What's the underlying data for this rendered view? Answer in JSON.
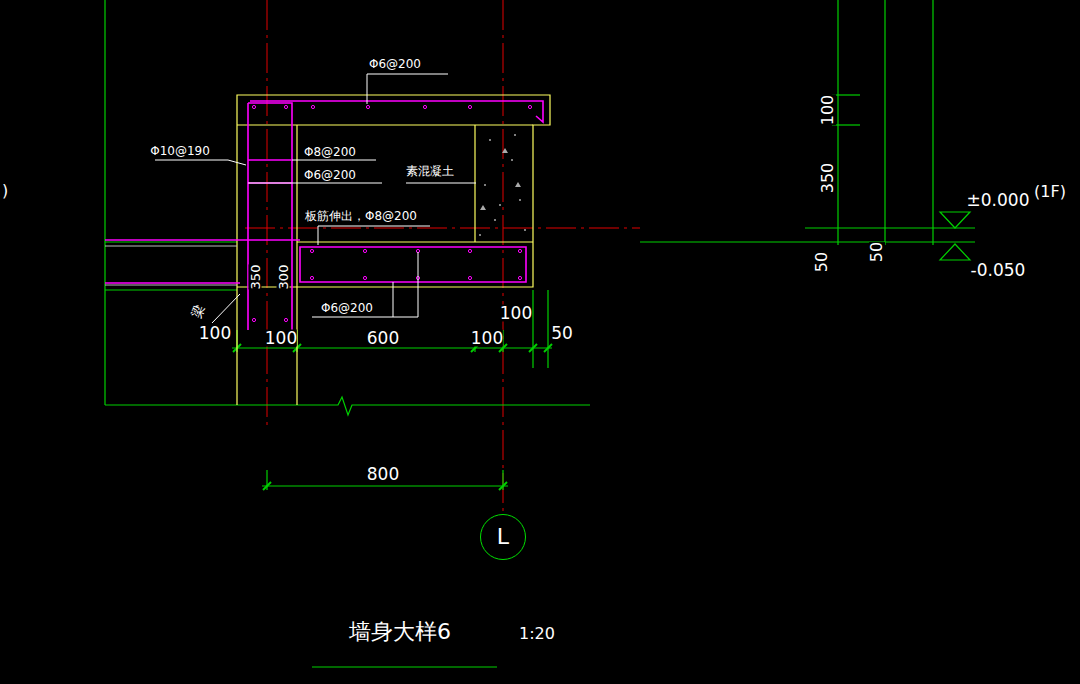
{
  "diagram": {
    "title": "墙身大样6",
    "nodes": [
      {
        "text": [
          "L"
        ]
      }
    ],
    "labels": [
      "Φ6@200",
      "Φ10@190",
      "Φ8@200",
      "Φ6@200",
      "素混凝土",
      "板筋伸出，Φ8@200",
      "350",
      "300",
      "梁",
      "Φ6@200",
      "100",
      "100",
      "600",
      "100",
      "100",
      "50",
      "800",
      "100",
      "350",
      "50",
      "50",
      "±0.000",
      "(1F)",
      "-0.050",
      ")",
      "1:20"
    ]
  }
}
